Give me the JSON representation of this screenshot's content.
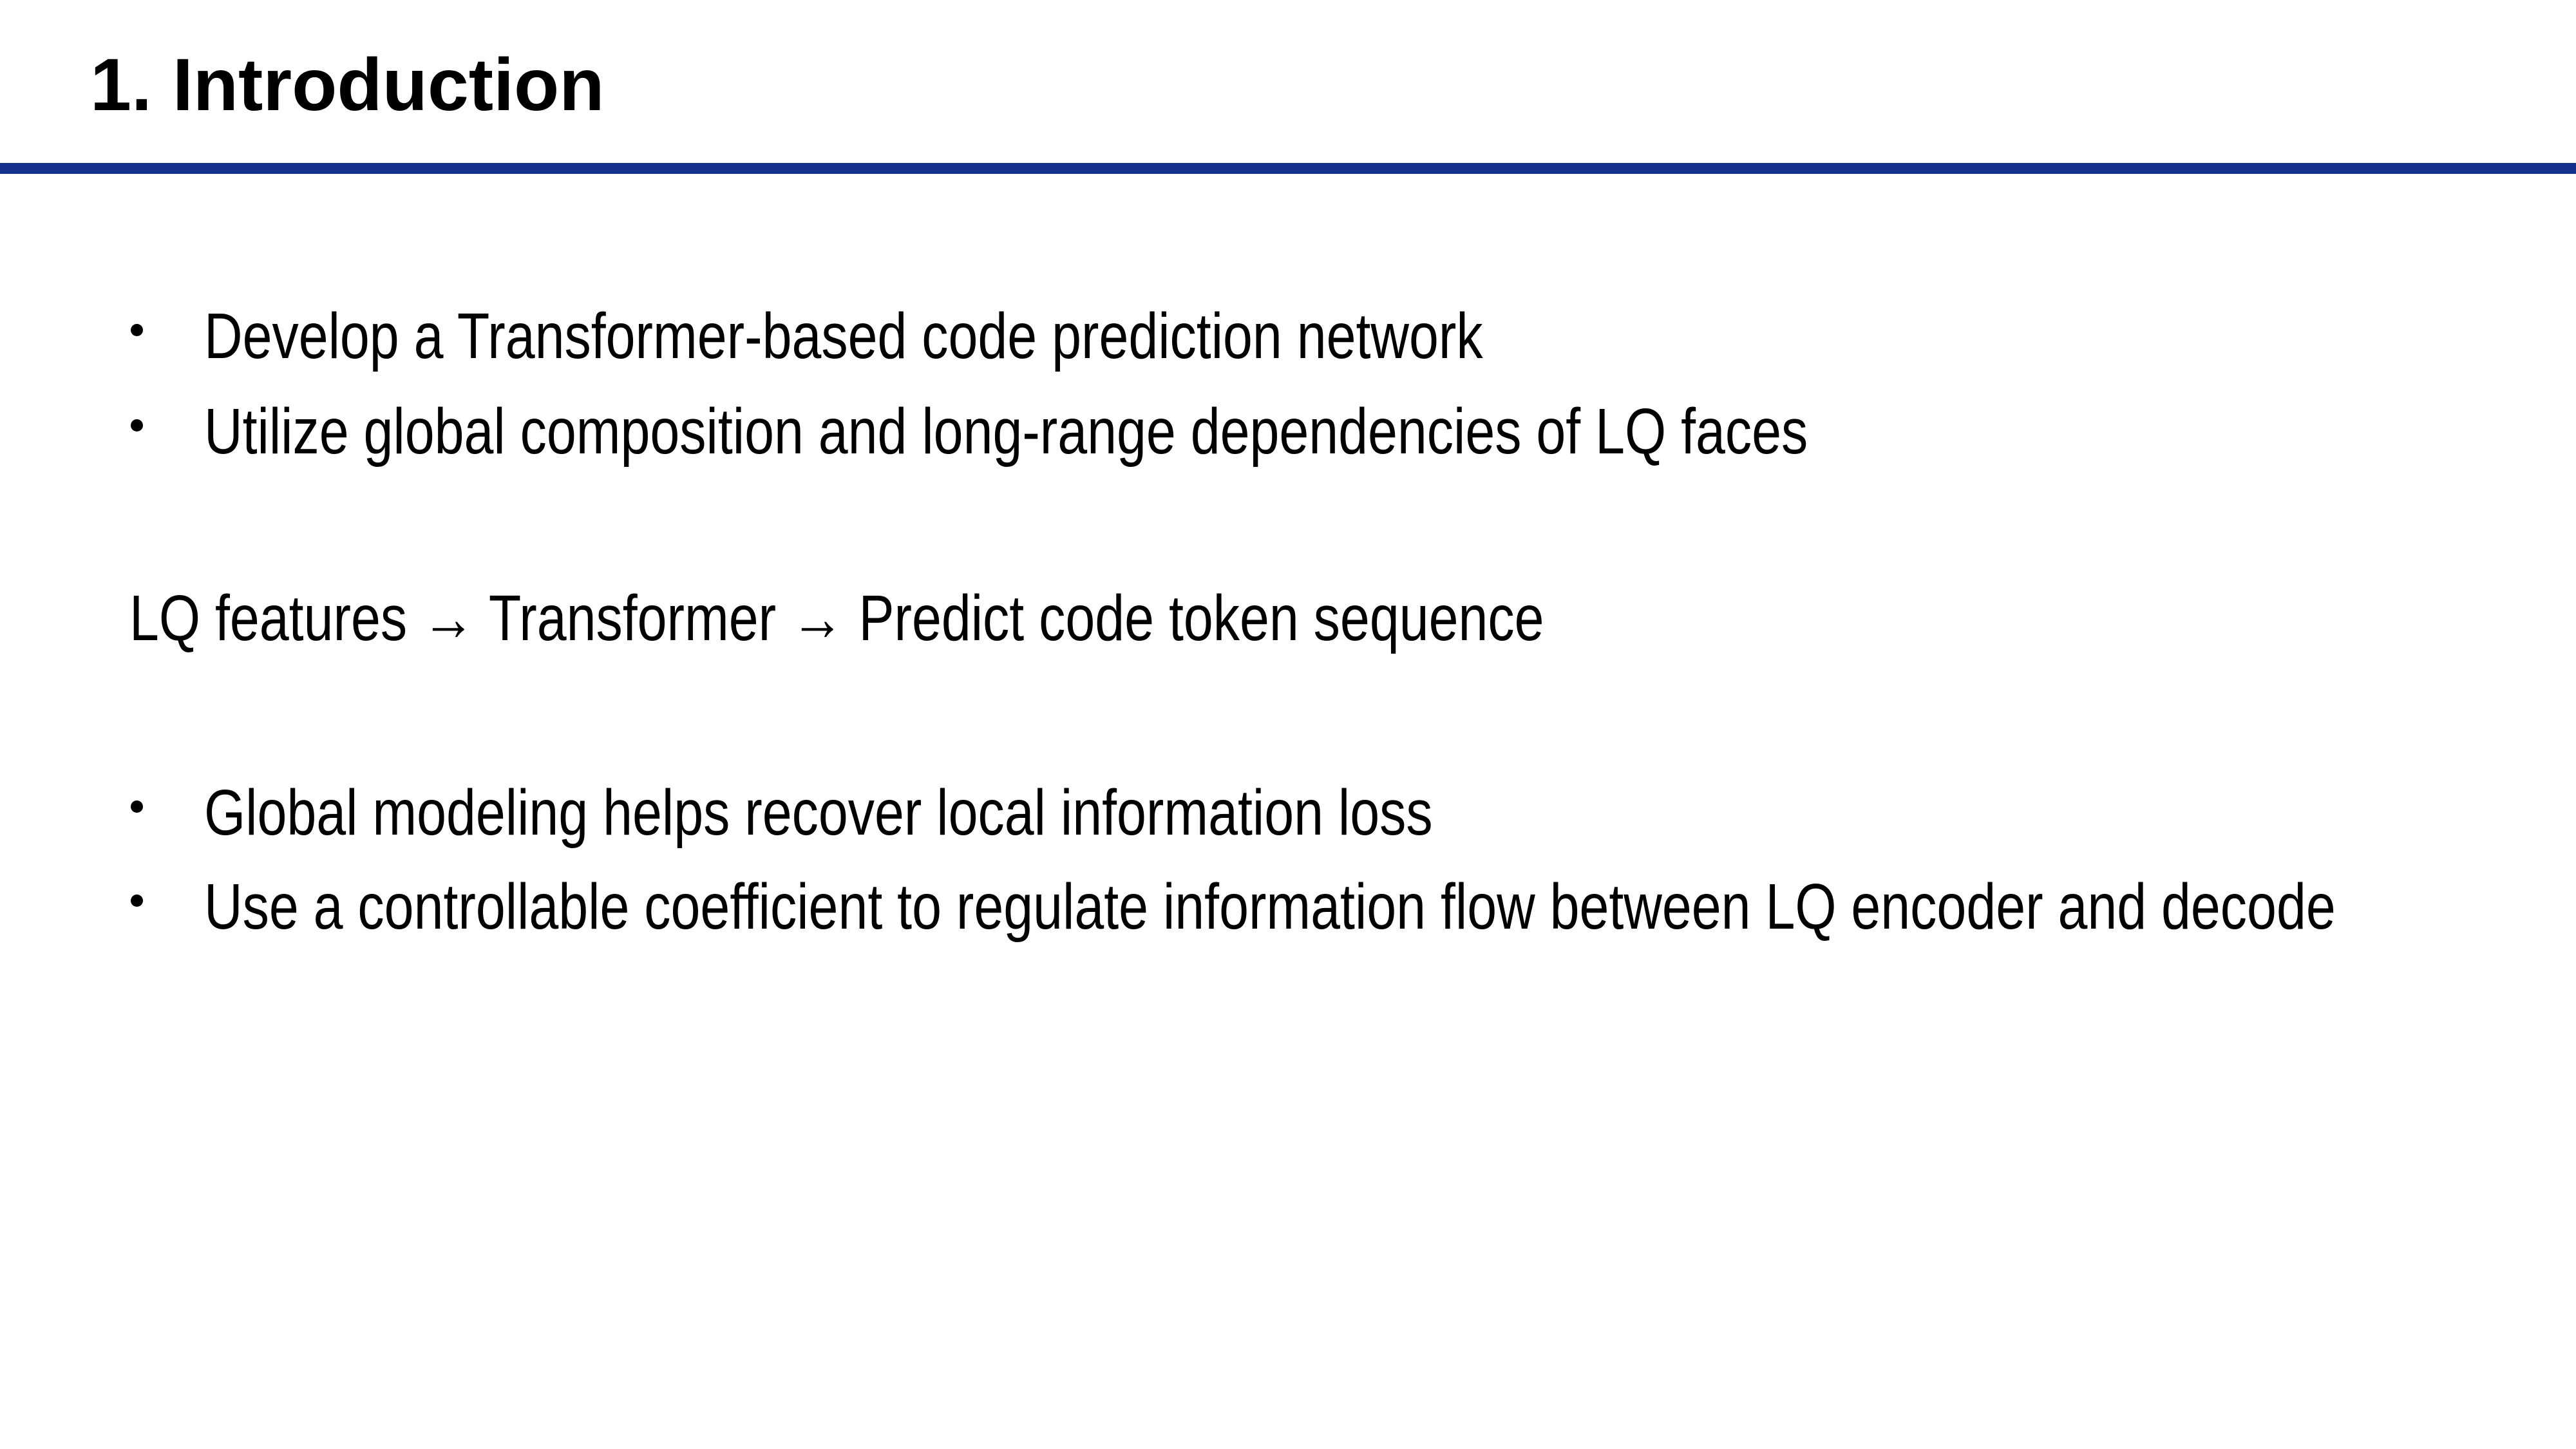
{
  "slide": {
    "title": "1. Introduction",
    "accent_color": "#14318C",
    "text_color": "#000000",
    "background_color": "#FFFFFF",
    "bullets": [
      {
        "text": "Develop a Transformer-based code prediction network"
      },
      {
        "text": "Utilize global composition and long-range dependencies of LQ faces"
      },
      {
        "text": "Global modeling helps recover local information loss"
      },
      {
        "text": "Use a controllable coefficient to regulate information flow between LQ encoder and decode"
      }
    ],
    "flow_line": "LQ features → Transformer → Predict code token sequence"
  }
}
